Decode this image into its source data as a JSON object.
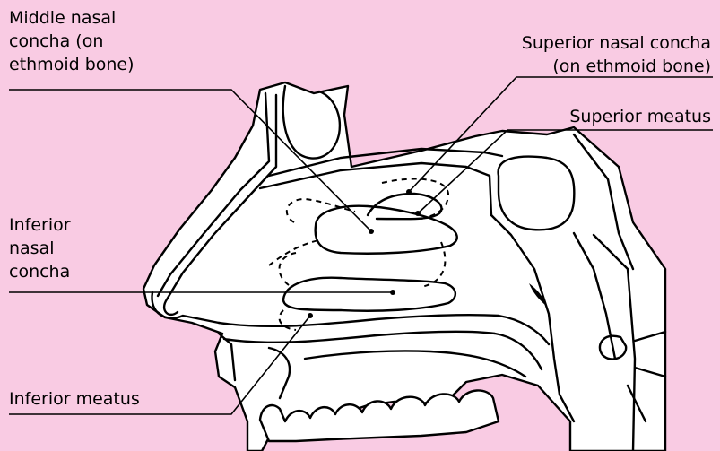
{
  "colors": {
    "background": "#f9cbe3",
    "line": "#000000",
    "fill": "#ffffff"
  },
  "labels": {
    "middle_nasal_concha": [
      "Middle nasal",
      "concha (on",
      "ethmoid bone)"
    ],
    "superior_nasal_concha": [
      "Superior nasal concha",
      "(on ethmoid bone)"
    ],
    "superior_meatus": [
      "Superior meatus"
    ],
    "inferior_nasal_concha": [
      "Inferior",
      "nasal",
      "concha"
    ],
    "inferior_meatus": [
      "Inferior meatus"
    ]
  }
}
